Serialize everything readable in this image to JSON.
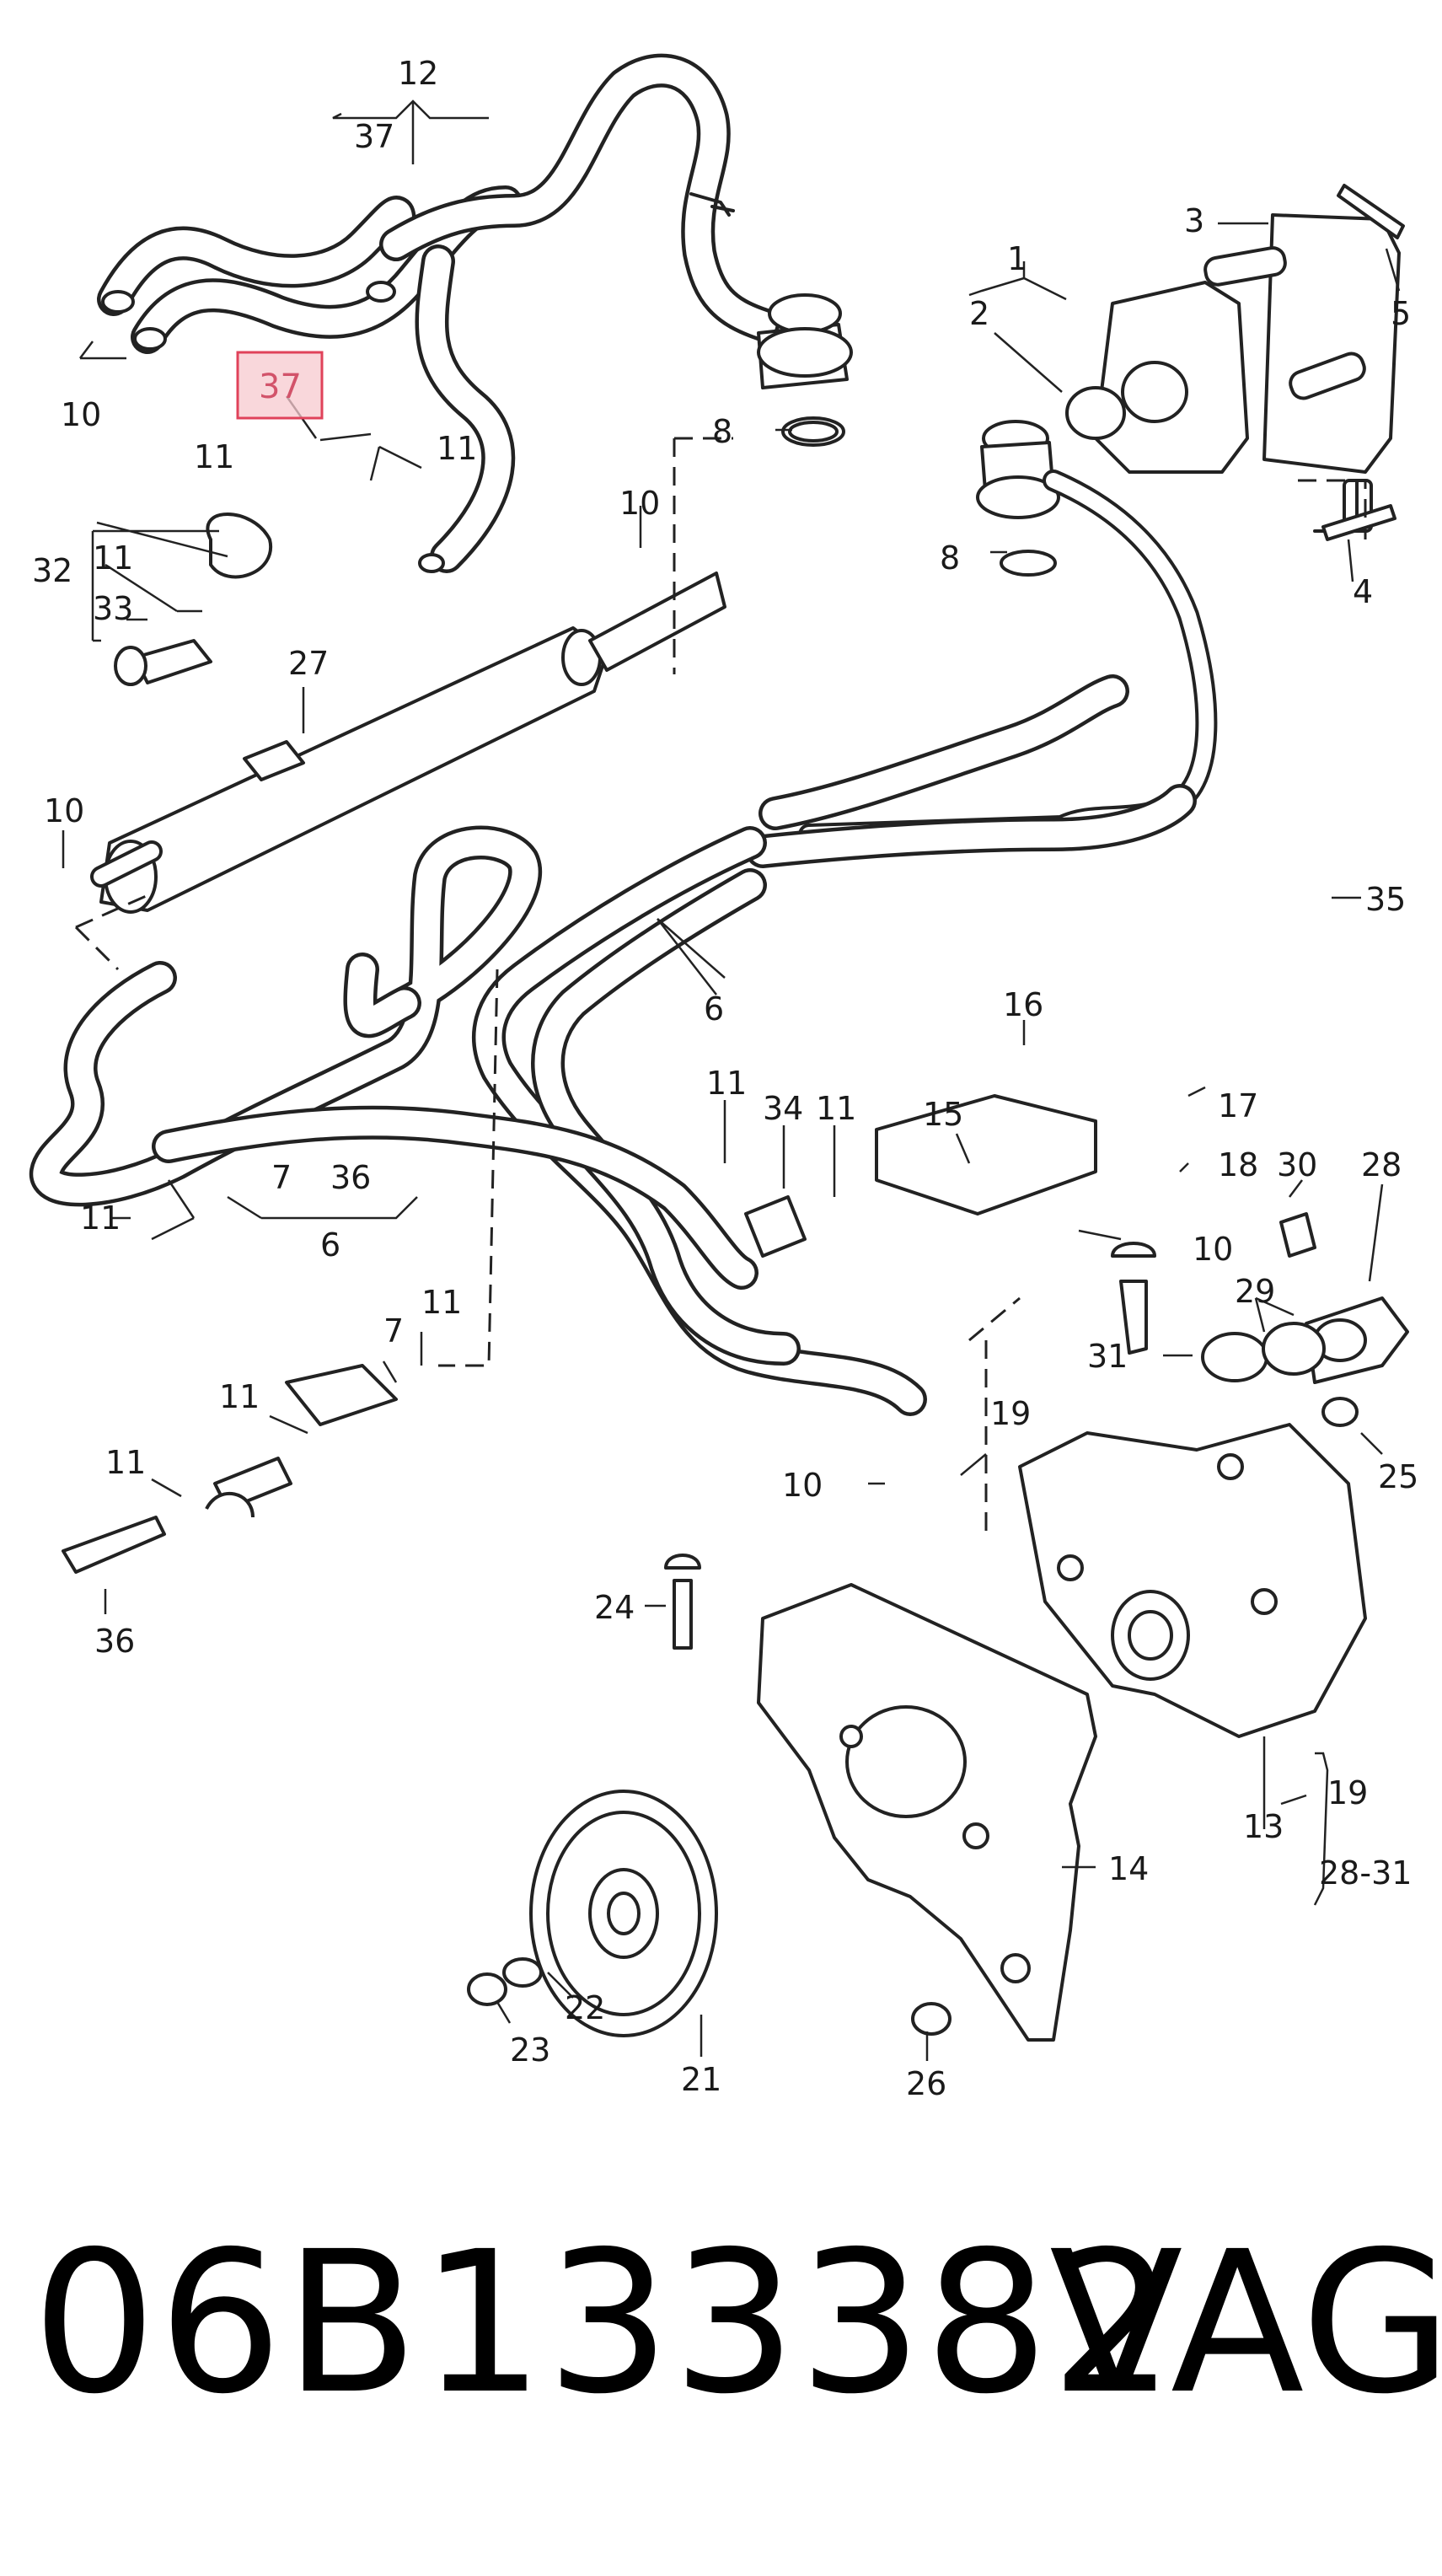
{
  "diagram": {
    "labels": {
      "l12": "12",
      "l37a": "37",
      "l10a": "10",
      "l11a": "11",
      "l11b": "11",
      "l32": "32",
      "l11c": "11",
      "l33": "33",
      "l27": "27",
      "l10b": "10",
      "l10c": "10",
      "l8a": "8",
      "l8b": "8",
      "l1": "1",
      "l2": "2",
      "l3": "3",
      "l5": "5",
      "l4": "4",
      "l35": "35",
      "l6a": "6",
      "l16": "16",
      "l15": "15",
      "l17": "17",
      "l18": "18",
      "l30": "30",
      "l28": "28",
      "l11d": "11",
      "l34": "34",
      "l11e": "11",
      "l7a": "7",
      "l36a": "36",
      "l6b": "6",
      "l11f": "11",
      "l7b": "7",
      "l11g": "11",
      "l11h": "11",
      "l11i": "11",
      "l36b": "36",
      "l10d": "10",
      "l29": "29",
      "l31": "31",
      "l19a": "19",
      "l10e": "10",
      "l25": "25",
      "l24": "24",
      "l13": "13",
      "l19b": "19",
      "l2831": "28-31",
      "l14": "14",
      "l22": "22",
      "l23": "23",
      "l21": "21",
      "l26": "26"
    },
    "highlight": {
      "label": "37",
      "color": "#e0425a",
      "fill": "#f7c9cf"
    }
  },
  "footer": {
    "part_number": "06B133382",
    "brand": "VAG"
  }
}
